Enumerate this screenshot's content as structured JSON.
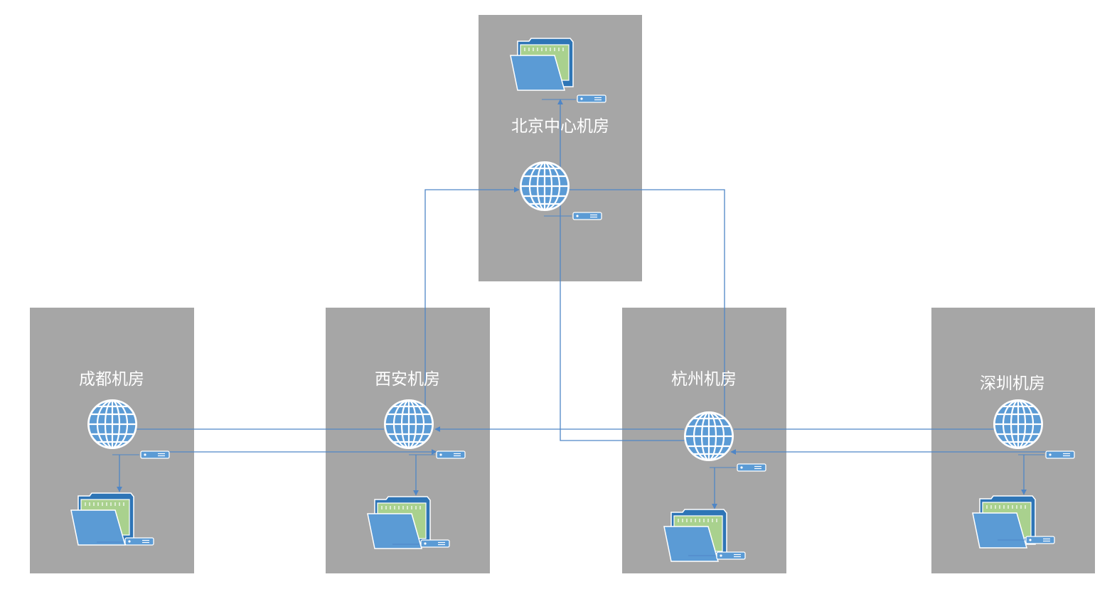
{
  "rooms": {
    "beijing": {
      "label": "北京中心机房"
    },
    "chengdu": {
      "label": "成都机房"
    },
    "xian": {
      "label": "西安机房"
    },
    "hangzhou": {
      "label": "杭州机房"
    },
    "shenzhen": {
      "label": "深圳机房"
    }
  },
  "colors": {
    "room_fill": "#a6a6a6",
    "connector": "#4f86c6",
    "globe_fill": "#5b9bd5",
    "folder_front": "#5b9bd5",
    "folder_back": "#2e75b6",
    "folder_paper": "#a9d18e",
    "label_text": "#ffffff"
  },
  "icons": {
    "globe": "globe-icon",
    "folder": "folder-icon",
    "server": "server-icon"
  }
}
